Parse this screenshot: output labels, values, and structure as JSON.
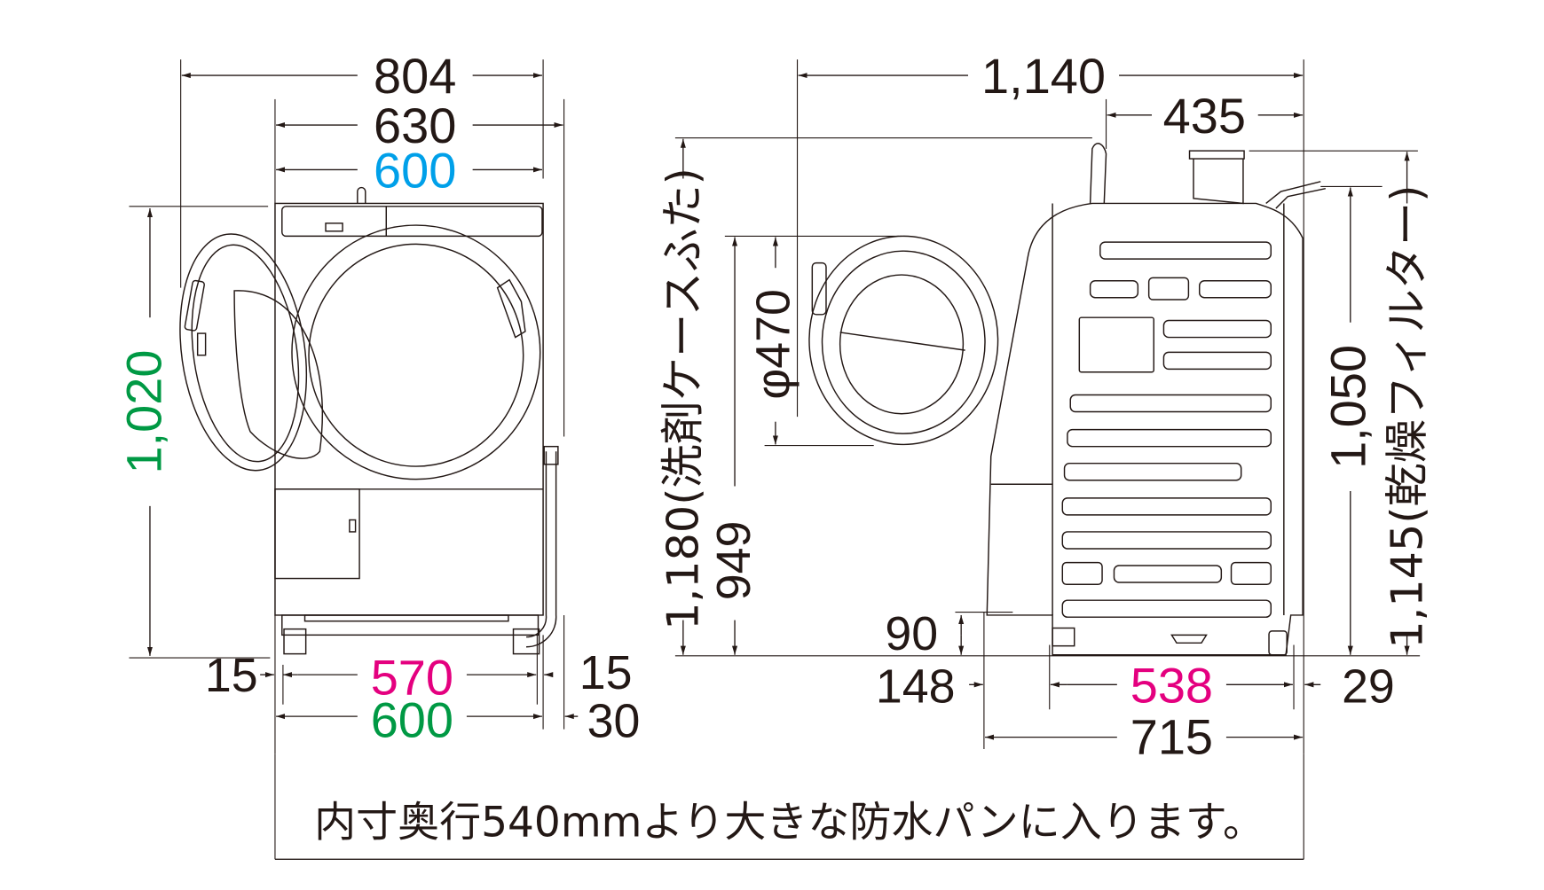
{
  "colors": {
    "ink": "#231815",
    "blue": "#00a0e9",
    "green": "#009944",
    "magenta": "#e4007f",
    "background": "#ffffff"
  },
  "front_view": {
    "overall_width_with_door_open": "804",
    "body_width_top": "630",
    "body_width": "600",
    "height": "1,020",
    "foot_span": "570",
    "base_width": "600",
    "left_offset": "15",
    "right_offset": "15",
    "hose_offset": "30"
  },
  "side_view": {
    "overall_depth_with_door_open": "1,140",
    "rear_to_filter": "435",
    "door_diameter": "φ470",
    "height_detergent_lid": "1,180(洗剤ケースふた)",
    "door_center_height": "949",
    "floor_clearance": "90",
    "front_offset": "148",
    "foot_depth_span": "538",
    "rear_offset": "29",
    "body_depth": "715",
    "height_body": "1,050",
    "height_dry_filter": "1,145(乾燥フィルター)"
  },
  "note": {
    "text": "内寸奥行540mmより大きな防水パンに入ります。"
  }
}
